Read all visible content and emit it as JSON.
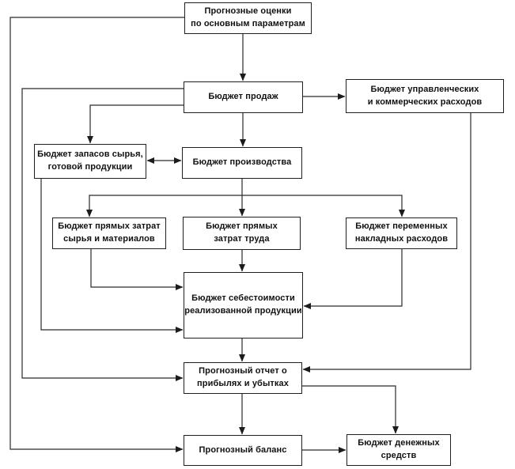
{
  "diagram": {
    "description": "Flowchart of the master budget process (in Russian): from forecast estimates through operating budgets to the forecast income statement, balance sheet and cash budget",
    "colors": {
      "background": "#ffffff",
      "box_fill": "#ffffff",
      "box_border": "#1f1f1f",
      "line": "#2a2a2a",
      "text": "#111111"
    },
    "nodes": [
      {
        "id": "forecast-estimates",
        "label": "Прогнозные оценки\nпо основным параметрам"
      },
      {
        "id": "sales-budget",
        "label": "Бюджет продаж"
      },
      {
        "id": "admin-commercial-expenses",
        "label": "Бюджет управленческих\nи коммерческих расходов"
      },
      {
        "id": "inventory-finished-goods",
        "label": "Бюджет запасов сырья,\nготовой продукции"
      },
      {
        "id": "production-budget",
        "label": "Бюджет производства"
      },
      {
        "id": "direct-materials-budget",
        "label": "Бюджет прямых затрат\nсырья и материалов"
      },
      {
        "id": "direct-labor-budget",
        "label": "Бюджет прямых\nзатрат труда"
      },
      {
        "id": "variable-overhead-budget",
        "label": "Бюджет переменных\nнакладных расходов"
      },
      {
        "id": "cogs-budget",
        "label": "Бюджет себестоимости\nреализованной продукции"
      },
      {
        "id": "income-statement-forecast",
        "label": "Прогнозный отчет о\nприбылях и убытках"
      },
      {
        "id": "forecast-balance",
        "label": "Прогнозный баланс"
      },
      {
        "id": "cash-budget",
        "label": "Бюджет денежных\nсредств"
      }
    ],
    "edges": [
      {
        "from": "forecast-estimates",
        "to": "sales-budget"
      },
      {
        "from": "forecast-estimates",
        "to": "forecast-balance"
      },
      {
        "from": "sales-budget",
        "to": "admin-commercial-expenses"
      },
      {
        "from": "sales-budget",
        "to": "production-budget"
      },
      {
        "from": "sales-budget",
        "to": "inventory-finished-goods"
      },
      {
        "from": "sales-budget",
        "to": "income-statement-forecast"
      },
      {
        "from": "inventory-finished-goods",
        "to": "production-budget",
        "bidirectional": true
      },
      {
        "from": "production-budget",
        "to": "direct-materials-budget"
      },
      {
        "from": "production-budget",
        "to": "direct-labor-budget"
      },
      {
        "from": "production-budget",
        "to": "variable-overhead-budget"
      },
      {
        "from": "direct-materials-budget",
        "to": "cogs-budget"
      },
      {
        "from": "inventory-finished-goods",
        "to": "cogs-budget"
      },
      {
        "from": "direct-labor-budget",
        "to": "cogs-budget"
      },
      {
        "from": "variable-overhead-budget",
        "to": "cogs-budget"
      },
      {
        "from": "cogs-budget",
        "to": "income-statement-forecast"
      },
      {
        "from": "admin-commercial-expenses",
        "to": "income-statement-forecast"
      },
      {
        "from": "income-statement-forecast",
        "to": "forecast-balance"
      },
      {
        "from": "income-statement-forecast",
        "to": "cash-budget"
      },
      {
        "from": "forecast-balance",
        "to": "cash-budget"
      }
    ]
  }
}
